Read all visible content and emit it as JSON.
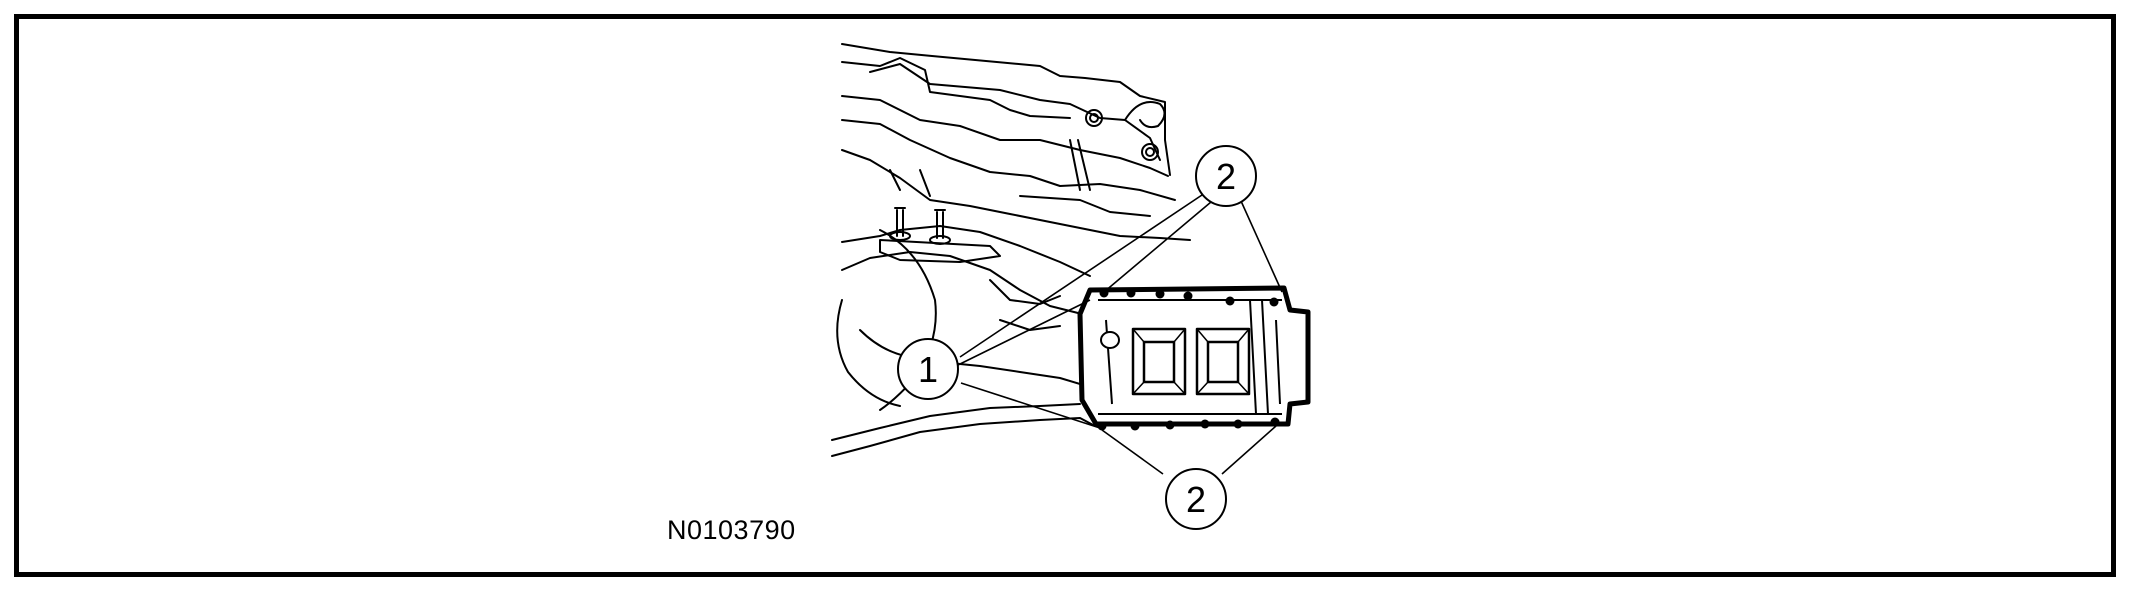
{
  "figure": {
    "code": "N0103790",
    "callouts": [
      {
        "label": "2",
        "id": "callout-2-top"
      },
      {
        "label": "1",
        "id": "callout-1"
      },
      {
        "label": "2",
        "id": "callout-2-bottom"
      }
    ]
  },
  "colors": {
    "ink": "#000000",
    "background": "#ffffff"
  }
}
